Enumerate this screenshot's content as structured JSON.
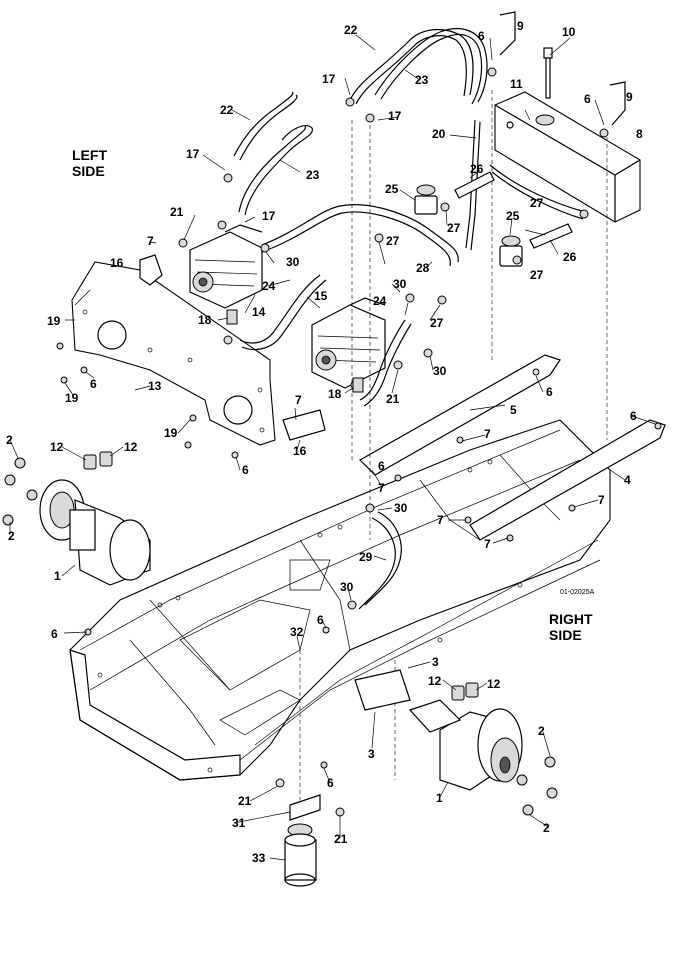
{
  "labels": {
    "left_side_line1": "LEFT",
    "left_side_line2": "SIDE",
    "right_side_line1": "RIGHT",
    "right_side_line2": "SIDE",
    "drawing_ref": "01-02025A"
  },
  "callouts": [
    {
      "id": "c22a",
      "text": "22"
    },
    {
      "id": "c23a",
      "text": "23"
    },
    {
      "id": "c6a",
      "text": "6"
    },
    {
      "id": "c9a",
      "text": "9"
    },
    {
      "id": "c10",
      "text": "10"
    },
    {
      "id": "c17a",
      "text": "17"
    },
    {
      "id": "c17b",
      "text": "17"
    },
    {
      "id": "c11",
      "text": "11"
    },
    {
      "id": "c6b",
      "text": "6"
    },
    {
      "id": "c9b",
      "text": "9"
    },
    {
      "id": "c8",
      "text": "8"
    },
    {
      "id": "c22b",
      "text": "22"
    },
    {
      "id": "c20",
      "text": "20"
    },
    {
      "id": "c17c",
      "text": "17"
    },
    {
      "id": "c26a",
      "text": "26"
    },
    {
      "id": "c23b",
      "text": "23"
    },
    {
      "id": "c25a",
      "text": "25"
    },
    {
      "id": "c27a",
      "text": "27"
    },
    {
      "id": "c21a",
      "text": "21"
    },
    {
      "id": "c17d",
      "text": "17"
    },
    {
      "id": "c27b",
      "text": "27"
    },
    {
      "id": "c25b",
      "text": "25"
    },
    {
      "id": "c7a",
      "text": "7"
    },
    {
      "id": "c27c",
      "text": "27"
    },
    {
      "id": "c26b",
      "text": "26"
    },
    {
      "id": "c30a",
      "text": "30"
    },
    {
      "id": "c28",
      "text": "28"
    },
    {
      "id": "c16a",
      "text": "16"
    },
    {
      "id": "c27d",
      "text": "27"
    },
    {
      "id": "c24a",
      "text": "24"
    },
    {
      "id": "c30b",
      "text": "30"
    },
    {
      "id": "c15",
      "text": "15"
    },
    {
      "id": "c14",
      "text": "14"
    },
    {
      "id": "c24b",
      "text": "24"
    },
    {
      "id": "c27e",
      "text": "27"
    },
    {
      "id": "c19a",
      "text": "19"
    },
    {
      "id": "c18a",
      "text": "18"
    },
    {
      "id": "c6c",
      "text": "6"
    },
    {
      "id": "c13",
      "text": "13"
    },
    {
      "id": "c30c",
      "text": "30"
    },
    {
      "id": "c19b",
      "text": "19"
    },
    {
      "id": "c18b",
      "text": "18"
    },
    {
      "id": "c21b",
      "text": "21"
    },
    {
      "id": "c6d",
      "text": "6"
    },
    {
      "id": "c7b",
      "text": "7"
    },
    {
      "id": "c5",
      "text": "5"
    },
    {
      "id": "c19c",
      "text": "19"
    },
    {
      "id": "c16b",
      "text": "16"
    },
    {
      "id": "c6e",
      "text": "6"
    },
    {
      "id": "c6f",
      "text": "6"
    },
    {
      "id": "c2a",
      "text": "2"
    },
    {
      "id": "c12a",
      "text": "12"
    },
    {
      "id": "c12b",
      "text": "12"
    },
    {
      "id": "c7c",
      "text": "7"
    },
    {
      "id": "c4",
      "text": "4"
    },
    {
      "id": "c6g",
      "text": "6"
    },
    {
      "id": "c2b",
      "text": "2"
    },
    {
      "id": "c7d",
      "text": "7"
    },
    {
      "id": "c30d",
      "text": "30"
    },
    {
      "id": "c7e",
      "text": "7"
    },
    {
      "id": "c7f",
      "text": "7"
    },
    {
      "id": "c7g",
      "text": "7"
    },
    {
      "id": "c1a",
      "text": "1"
    },
    {
      "id": "c29",
      "text": "29"
    },
    {
      "id": "c30e",
      "text": "30"
    },
    {
      "id": "c6h",
      "text": "6"
    },
    {
      "id": "c32",
      "text": "32"
    },
    {
      "id": "c6i",
      "text": "6"
    },
    {
      "id": "c3a",
      "text": "3"
    },
    {
      "id": "c12c",
      "text": "12"
    },
    {
      "id": "c12d",
      "text": "12"
    },
    {
      "id": "c3b",
      "text": "3"
    },
    {
      "id": "c2c",
      "text": "2"
    },
    {
      "id": "c6j",
      "text": "6"
    },
    {
      "id": "c21c",
      "text": "21"
    },
    {
      "id": "c1b",
      "text": "1"
    },
    {
      "id": "c2d",
      "text": "2"
    },
    {
      "id": "c31",
      "text": "31"
    },
    {
      "id": "c21d",
      "text": "21"
    },
    {
      "id": "c33",
      "text": "33"
    }
  ]
}
